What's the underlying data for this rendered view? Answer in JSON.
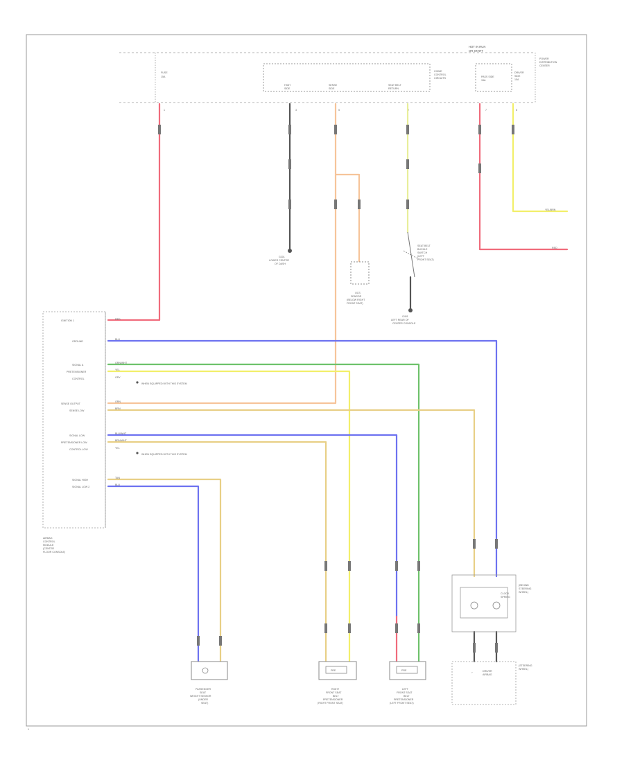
{
  "diagram": {
    "page_code": "1",
    "top_block": {
      "title_1": "HOT IN RUN",
      "title_2": "OR START",
      "right_label_1": "POWER",
      "right_label_2": "DISTRIBUTION",
      "right_label_3": "CENTER",
      "left_pin_label_1": "FUSE",
      "left_pin_label_2": "15A",
      "pin_a": "1",
      "pin_b": "3",
      "pin_c": "5",
      "pin_d": "2",
      "pin_e": "7",
      "pin_f": "8",
      "sub_label_1": "CHIME",
      "sub_label_2": "CONTROL",
      "sub_label_3": "CIRCUITS",
      "col_1_label_1": "HIGH",
      "col_1_label_2": "SIDE",
      "col_2_label_1": "SENSE",
      "col_2_label_2": "SIDE",
      "col_3_label_1": "SEAT BELT",
      "col_3_label_2": "RETURN",
      "col_4_label_1": "PASS SIDE",
      "col_4_label_2": "15A",
      "col_5_label_1": "DRIVER",
      "col_5_label_2": "SIDE",
      "col_5_label_3": "15A"
    },
    "off_page": {
      "yellow_label": "YEL/BRN",
      "red_label": "RED"
    },
    "components": {
      "ground_1": [
        "G201",
        "LOWER CENTER",
        "OF DASH"
      ],
      "sensor_box": [
        "OCS",
        "SENSOR",
        "(BELOW RIGHT",
        "FRONT SEAT)"
      ],
      "buckle_switch": [
        "SEAT BELT",
        "BUCKLE",
        "SWITCH",
        "(LEFT",
        "FRONT SEAT)"
      ],
      "ground_2": [
        "G401",
        "LEFT REAR OF",
        "CENTER CONSOLE"
      ],
      "acm": [
        "AIRBAG",
        "CONTROL",
        "MODULE",
        "(CENTER",
        "FLOOR CONSOLE)"
      ],
      "passenger_sensor": [
        "PASSENGER",
        "SEAT",
        "WEIGHT SENSOR",
        "(UNDER",
        "SEAT)"
      ],
      "right_pretensioner": [
        "RIGHT",
        "FRONT SEAT",
        "BELT",
        "PRETENSIONER",
        "(RIGHT FRONT SEAT)"
      ],
      "left_pretensioner": [
        "LEFT",
        "FRONT SEAT",
        "BELT",
        "PRETENSIONER",
        "(LEFT FRONT SEAT)"
      ],
      "clockspring": [
        "CLOCK",
        "SPRING",
        "(BEHIND",
        "STEERING",
        "WHEEL)"
      ],
      "driver_airbag": [
        "DRIVER",
        "AIRBAG",
        "(STEERING",
        "WHEEL)"
      ],
      "pretensioner_box_label": "PRE",
      "pretensioner_box_label_2": "PRE"
    },
    "acm_pins": [
      {
        "name": "IGNITION 1",
        "wire": "RED"
      },
      {
        "name": "GROUND",
        "wire": "BLU"
      },
      {
        "name": "SIGNAL A",
        "wire": "GRN/WHT"
      },
      {
        "name": "PRETENSIONER",
        "wire": "YEL"
      },
      {
        "name": "CONTROL",
        "wire": "GRY"
      },
      {
        "name": "SENSE OUTPUT",
        "wire": "ORN"
      },
      {
        "name": "SENSE LOW",
        "wire": "BRN"
      },
      {
        "name": "SIGNAL LOW",
        "wire": "BLU/WHT"
      },
      {
        "name": "PRETENSIONER LOW",
        "wire": "BRN/WHT"
      },
      {
        "name": "CONTROL LOW",
        "wire": "YEL"
      },
      {
        "name": "SIGNAL HIGH",
        "wire": "TAN"
      },
      {
        "name": "SIGNAL LOW 2",
        "wire": "BLU"
      }
    ],
    "notes": {
      "note_1": "WHEN EQUIPPED WITH THIS SYSTEM",
      "note_2": "WHEN EQUIPPED WITH THIS SYSTEM"
    },
    "colors": {
      "red": "#f06b7c",
      "blue": "#6d72f0",
      "green": "#6ec26b",
      "yellow": "#f2ef6a",
      "orange": "#f6c49a",
      "tan": "#e8cf86",
      "gray": "#555555"
    }
  }
}
